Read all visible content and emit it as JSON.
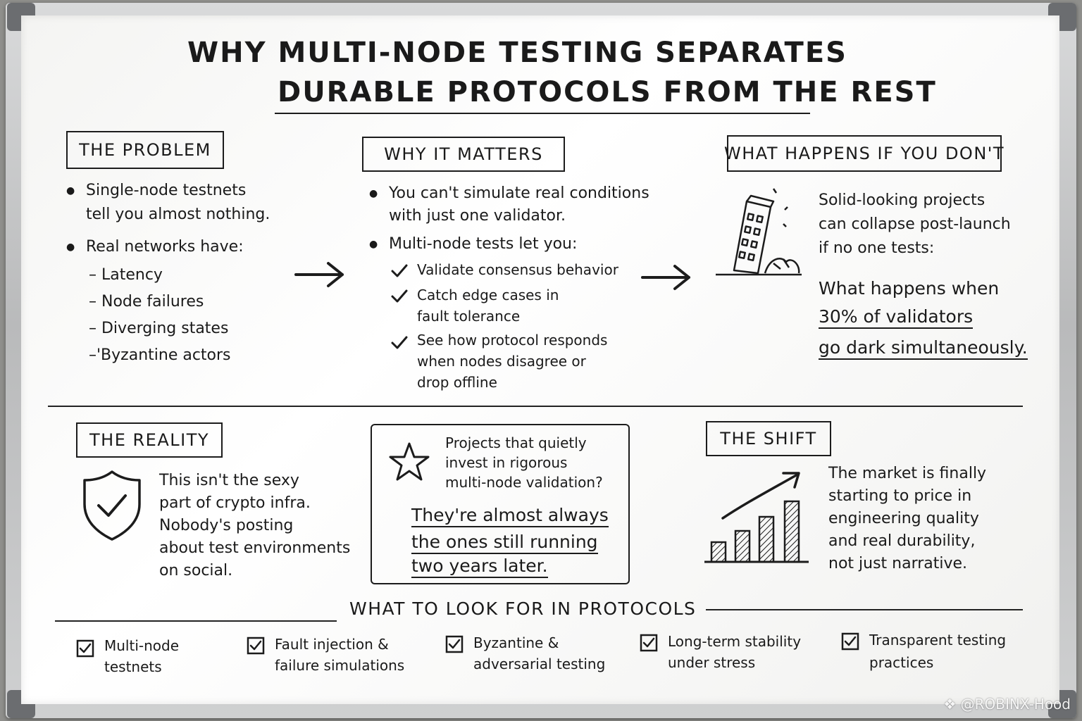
{
  "title": {
    "line1": "WHY MULTI-NODE TESTING SEPARATES",
    "line2": "DURABLE PROTOCOLS FROM THE REST"
  },
  "problem": {
    "heading": "THE PROBLEM",
    "bullet1_l1": "Single-node testnets",
    "bullet1_l2": "tell you almost nothing.",
    "bullet2": "Real networks have:",
    "items": [
      "– Latency",
      "– Node failures",
      "– Diverging states",
      "–'Byzantine actors"
    ]
  },
  "matters": {
    "heading": "WHY IT MATTERS",
    "bullet1_l1": "You can't simulate real conditions",
    "bullet1_l2": "with just one validator.",
    "bullet2": "Multi-node tests let you:",
    "check1": "Validate consensus behavior",
    "check2_l1": "Catch edge cases in",
    "check2_l2": "fault tolerance",
    "check3_l1": "See how protocol responds",
    "check3_l2": "when nodes disagree or",
    "check3_l3": "drop offline"
  },
  "dont": {
    "heading": "WHAT HAPPENS IF YOU DON'T",
    "l1": "Solid-looking projects",
    "l2": "can collapse post-launch",
    "l3": "if no one tests:",
    "q1": "What happens when",
    "q2": "30% of validators",
    "q3": "go dark simultaneously."
  },
  "reality": {
    "heading": "THE REALITY",
    "l1": "This isn't the sexy",
    "l2": "part of crypto infra.",
    "l3": "Nobody's posting",
    "l4": "about test environments",
    "l5": "on social."
  },
  "quote": {
    "l1": "Projects that quietly",
    "l2": "invest in rigorous",
    "l3": "multi-node validation?",
    "a1": "They're almost always",
    "a2": "the ones still running",
    "a3": "two years later."
  },
  "shift": {
    "heading": "THE SHIFT",
    "l1": "The market is finally",
    "l2": "starting to price in",
    "l3": "engineering quality",
    "l4": "and real durability,",
    "l5": "not just narrative."
  },
  "lookfor": {
    "heading": "WHAT TO LOOK FOR IN PROTOCOLS",
    "items": [
      {
        "l1": "Multi-node",
        "l2": "testnets"
      },
      {
        "l1": "Fault injection &",
        "l2": "failure simulations"
      },
      {
        "l1": "Byzantine &",
        "l2": "adversarial testing"
      },
      {
        "l1": "Long-term stability",
        "l2": "under stress"
      },
      {
        "l1": "Transparent testing",
        "l2": "practices"
      }
    ]
  },
  "watermark": "@ROBINX-Hood"
}
